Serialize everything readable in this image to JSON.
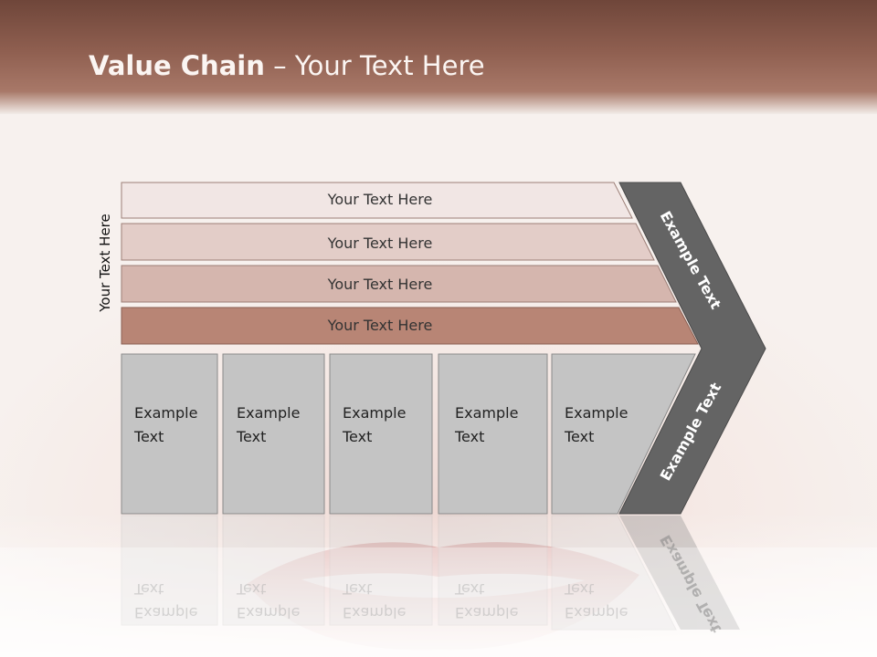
{
  "title": {
    "bold": "Value Chain",
    "rest": " – Your Text Here"
  },
  "side_label": "Your Text Here",
  "rows": [
    {
      "label": "Your Text Here"
    },
    {
      "label": "Your Text Here"
    },
    {
      "label": "Your Text Here"
    },
    {
      "label": "Your Text Here"
    }
  ],
  "boxes": [
    {
      "line1": "Example",
      "line2": "Text"
    },
    {
      "line1": "Example",
      "line2": "Text"
    },
    {
      "line1": "Example",
      "line2": "Text"
    },
    {
      "line1": "Example",
      "line2": "Text"
    },
    {
      "line1": "Example",
      "line2": "Text"
    }
  ],
  "chevron": {
    "top_label": "Example Text",
    "bottom_label": "Example Text"
  },
  "colors": {
    "row1": "#f1e6e4",
    "row2": "#e3cdc8",
    "row3": "#d5b6ae",
    "row4": "#b88575",
    "box": "#c4c4c4",
    "chevron": "#646464",
    "header": "#8f5f50"
  }
}
